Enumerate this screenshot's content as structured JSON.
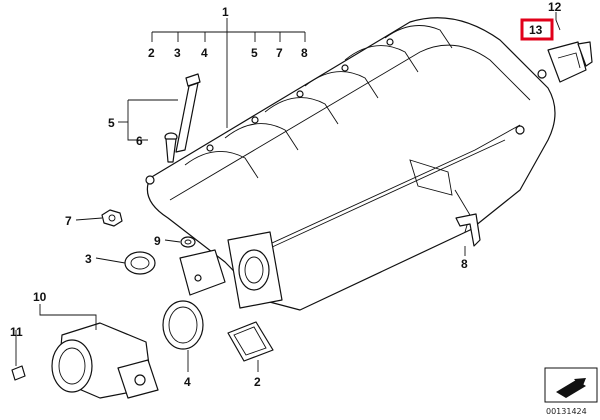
{
  "diagram": {
    "callouts": {
      "c1": "1",
      "c2_top": "2",
      "c3_top": "3",
      "c4_top": "4",
      "c5_top": "5",
      "c7_top": "7",
      "c8_top": "8",
      "c5": "5",
      "c6": "6",
      "c7": "7",
      "c9": "9",
      "c3": "3",
      "c10": "10",
      "c11": "11",
      "c4": "4",
      "c2": "2",
      "c8": "8",
      "c12": "12",
      "c13": "13"
    },
    "highlight_color": "#e1001a",
    "reference_number": "00131424"
  }
}
